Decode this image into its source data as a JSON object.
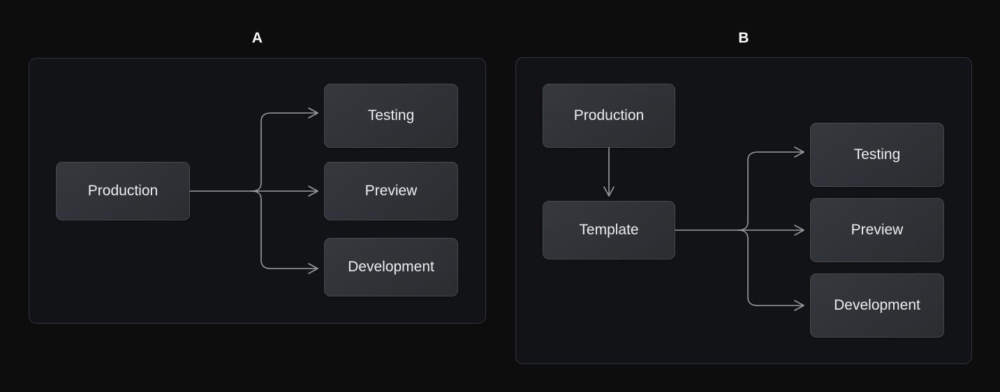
{
  "page": {
    "background_color": "#0d0d0d",
    "node_text_color": "#eceef0",
    "connector_color": "#9a9da1",
    "panel_border_color": "#32343a",
    "node_border_color": "#45484d"
  },
  "panels": [
    {
      "id": "a",
      "label": "A",
      "nodes": {
        "source": "Production",
        "targets": [
          "Testing",
          "Preview",
          "Development"
        ]
      }
    },
    {
      "id": "b",
      "label": "B",
      "nodes": {
        "source": "Production",
        "intermediate": "Template",
        "targets": [
          "Testing",
          "Preview",
          "Development"
        ]
      }
    }
  ]
}
